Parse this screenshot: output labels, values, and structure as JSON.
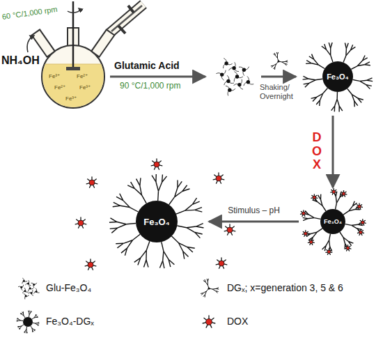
{
  "diagram": {
    "nodes": [
      {
        "text": [
          "Fe₃O₄"
        ]
      },
      {
        "text": [
          "Fe₃O₄"
        ]
      },
      {
        "text": [
          "Fe₃O₄"
        ]
      }
    ],
    "edges": [
      {
        "from": 0,
        "to": 1,
        "arrow": "to",
        "label": "DOX"
      },
      {
        "from": 1,
        "to": 2,
        "arrow": "to",
        "label": "Stimulus – pH"
      }
    ],
    "labels": [
      "60 °C/1,000 rpm",
      "NH₄OH",
      "Fe³⁺",
      "Fe²⁺",
      "Fe²⁺",
      "Fe³⁺",
      "Fe³⁺",
      "Glutamic Acid",
      "90 °C/1,000 rpm",
      "Shaking/ Overnight"
    ],
    "legend": [
      {
        "text": "Glu-Fe₃O₄"
      },
      {
        "text": "DGₓ; x=generation 3, 5 & 6"
      },
      {
        "text": "Fe₃O₄-DGₓ"
      },
      {
        "text": "DOX"
      }
    ]
  }
}
